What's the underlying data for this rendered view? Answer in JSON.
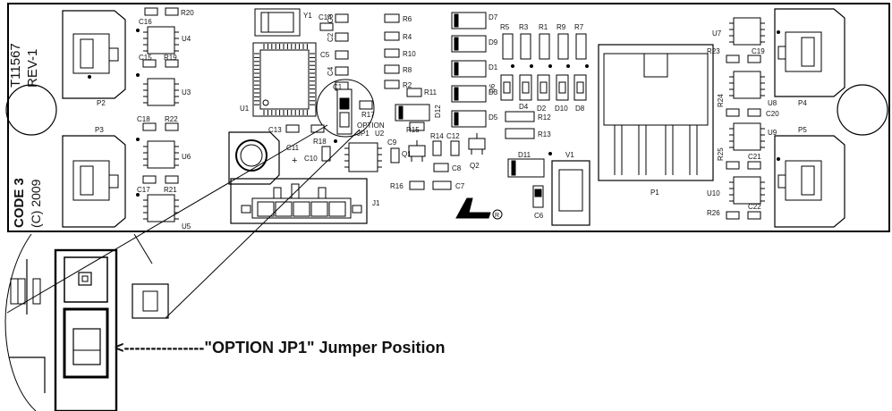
{
  "board": {
    "part_number": "T11567",
    "revision": "REV-1",
    "code": "CODE 3",
    "copyright": "(C) 2009"
  },
  "labels": {
    "connectors": {
      "p1": "P1",
      "p2": "P2",
      "p3": "P3",
      "p4": "P4",
      "p5": "P5",
      "j1": "J1",
      "v1": "V1"
    },
    "ics": {
      "u1": "U1",
      "u2": "U2",
      "u3": "U3",
      "u4": "U4",
      "u5": "U5",
      "u6": "U6",
      "u7": "U7",
      "u8": "U8",
      "u9": "U9",
      "u10": "U10"
    },
    "crystal": "Y1",
    "transistors": {
      "q1": "Q1",
      "q2": "Q2"
    },
    "option_jumper_left": "OPTION",
    "option_jumper_ref": "JP1",
    "polarity_mark": "+",
    "resistors": {
      "r1": "R1",
      "r2": "R2",
      "r3": "R3",
      "r4": "R4",
      "r5": "R5",
      "r6": "R6",
      "r7": "R7",
      "r8": "R8",
      "r9": "R9",
      "r10": "R10",
      "r11": "R11",
      "r12": "R12",
      "r13": "R13",
      "r14": "R14",
      "r15": "R15",
      "r16": "R16",
      "r17": "R17",
      "r18": "R18",
      "r19": "R19",
      "r20": "R20",
      "r21": "R21",
      "r22": "R22",
      "r23": "R23",
      "r24": "R24",
      "r25": "R25",
      "r26": "R26"
    },
    "capacitors": {
      "c1": "C1",
      "c2": "C2",
      "c3": "C3",
      "c4": "C4",
      "c5": "C5",
      "c6": "C6",
      "c7": "C7",
      "c8": "C8",
      "c9": "C9",
      "c10": "C10",
      "c11": "C11",
      "c12": "C12",
      "c13": "C13",
      "c14": "C14",
      "c15": "C15",
      "c16": "C16",
      "c17": "C17",
      "c18": "C18",
      "c19": "C19",
      "c20": "C20",
      "c21": "C21",
      "c22": "C22"
    },
    "diodes": {
      "d1": "D1",
      "d2": "D2",
      "d3": "D3",
      "d4": "D4",
      "d5": "D5",
      "d6": "D6",
      "d7": "D7",
      "d8": "D8",
      "d9": "D9",
      "d10": "D10",
      "d11": "D11",
      "d12": "D12"
    }
  },
  "callout_text": "<---------------\"OPTION JP1\" Jumper Position"
}
